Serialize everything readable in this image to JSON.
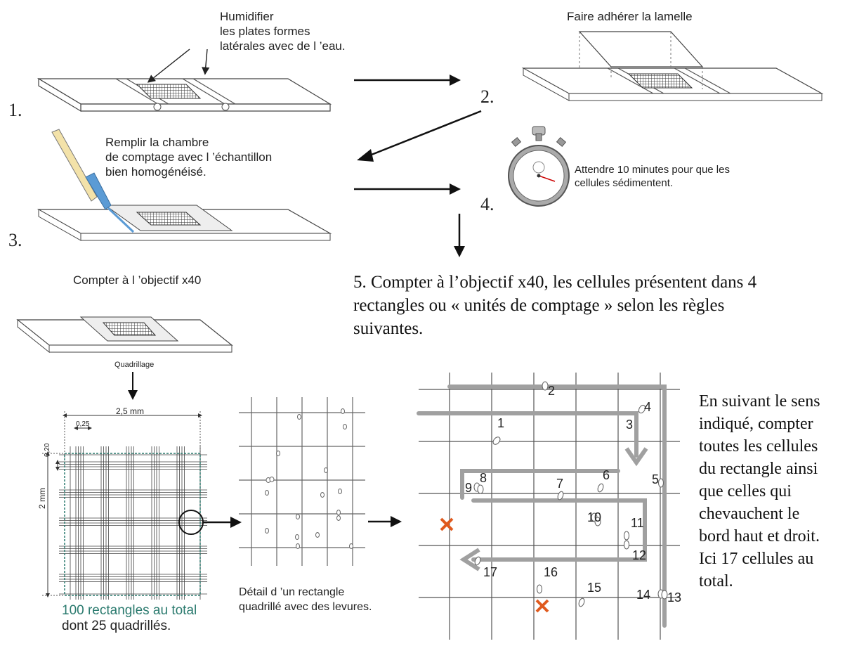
{
  "steps": {
    "s1": {
      "number": "1.",
      "text": [
        "Humidifier",
        "les plates formes",
        "latérales avec de l ’eau."
      ]
    },
    "s2": {
      "number": "2.",
      "text": "Faire adhérer la lamelle"
    },
    "s3": {
      "number": "3.",
      "text": [
        "Remplir la chambre",
        "de comptage avec l ’échantillon",
        "bien homogénéisé."
      ]
    },
    "s4": {
      "number": "4.",
      "text": [
        "Attendre 10 minutes pour que les",
        "cellules sédimentent."
      ]
    },
    "s5": {
      "text": [
        "5. Compter à l’objectif x40, les cellules présentent dans 4",
        "rectangles ou « unités de comptage » selon les règles",
        "suivantes."
      ]
    }
  },
  "count_slide": {
    "title": "Compter à l ’objectif x40",
    "grid_label": "Quadrillage"
  },
  "grid": {
    "width_label": "2,5 mm",
    "height_label": "2 mm",
    "cell_w_label": "0,25",
    "cell_h_label": "0,20",
    "caption": [
      "100 rectangles au total",
      "dont 25 quadrillés."
    ],
    "caption_color": "#2a7a6e"
  },
  "detail": {
    "caption": [
      "Détail d ’un rectangle",
      "quadrillé avec des levures."
    ]
  },
  "counting": {
    "cell_numbers": [
      "1",
      "2",
      "3",
      "4",
      "5",
      "6",
      "7",
      "8",
      "9",
      "10",
      "11",
      "12",
      "13",
      "14",
      "15",
      "16",
      "17"
    ],
    "instructions": [
      "En suivant le sens",
      "indiqué, compter",
      "toutes les cellules",
      "du rectangle ainsi",
      "que celles qui",
      "chevauchent le",
      "bord haut et droit.",
      "Ici 17 cellules au",
      "total."
    ],
    "exclude_color": "#e05a1e",
    "path_color": "#a0a0a0"
  }
}
